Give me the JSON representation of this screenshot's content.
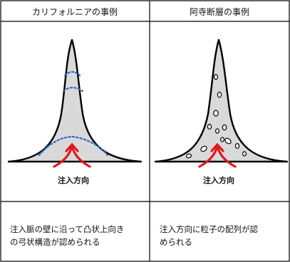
{
  "columns": [
    {
      "header": "カリフォルニアの事例",
      "inject_label": "注入方向",
      "description_lines": [
        "注入脈の壁に沿って凸状上向き",
        "の弓状構造が認められる"
      ]
    },
    {
      "header": "阿寺断層の事例",
      "inject_label": "注入方向",
      "description_lines": [
        "注入方向に粒子の配列が認",
        "められる"
      ]
    }
  ],
  "colors": {
    "border": "#000000",
    "fill": "#d9d9d9",
    "dots": "#2f6fbf",
    "arrow": "#e0191b"
  }
}
